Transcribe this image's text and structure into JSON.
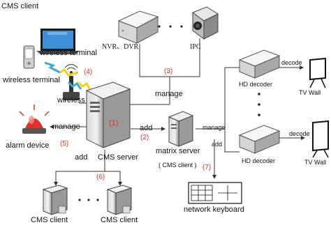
{
  "labels": {
    "cms_client_top": "CMS client",
    "wireless_terminal_1": "wireless terminal",
    "wireless_terminal_2": "wireless terminal",
    "wireless": "wireless",
    "nvr_dvr": "NVR、DVR",
    "ipc": "IPC",
    "manage_top": "manage",
    "manage_left": "manage",
    "manage_right": "manage",
    "add_1": "add",
    "add_2": "add",
    "add_3": "add",
    "alarm_device": "alarm device",
    "cms_server": "CMS server",
    "matrix_server": "matrix server",
    "matrix_cms_client": "( CMS client )",
    "hd_decoder_1": "HD decoder",
    "hd_decoder_2": "HD decoder",
    "decode_1": "decode",
    "decode_2": "decode",
    "tv_wall_1": "TV Wall",
    "tv_wall_2": "TV Wall",
    "network_keyboard": "network keyboard",
    "cms_client_bottom_1": "CMS client",
    "cms_client_bottom_2": "CMS client"
  },
  "numbers": {
    "n1": "(1)",
    "n2": "(2)",
    "n3": "(3)",
    "n4": "(4)",
    "n5": "(5)",
    "n6": "(6)",
    "n7": "(7)"
  },
  "colors": {
    "accent_red": "#e0302a",
    "line": "#333333",
    "signal_yellow": "#f2d21b",
    "signal_blue": "#3fa7d6"
  }
}
